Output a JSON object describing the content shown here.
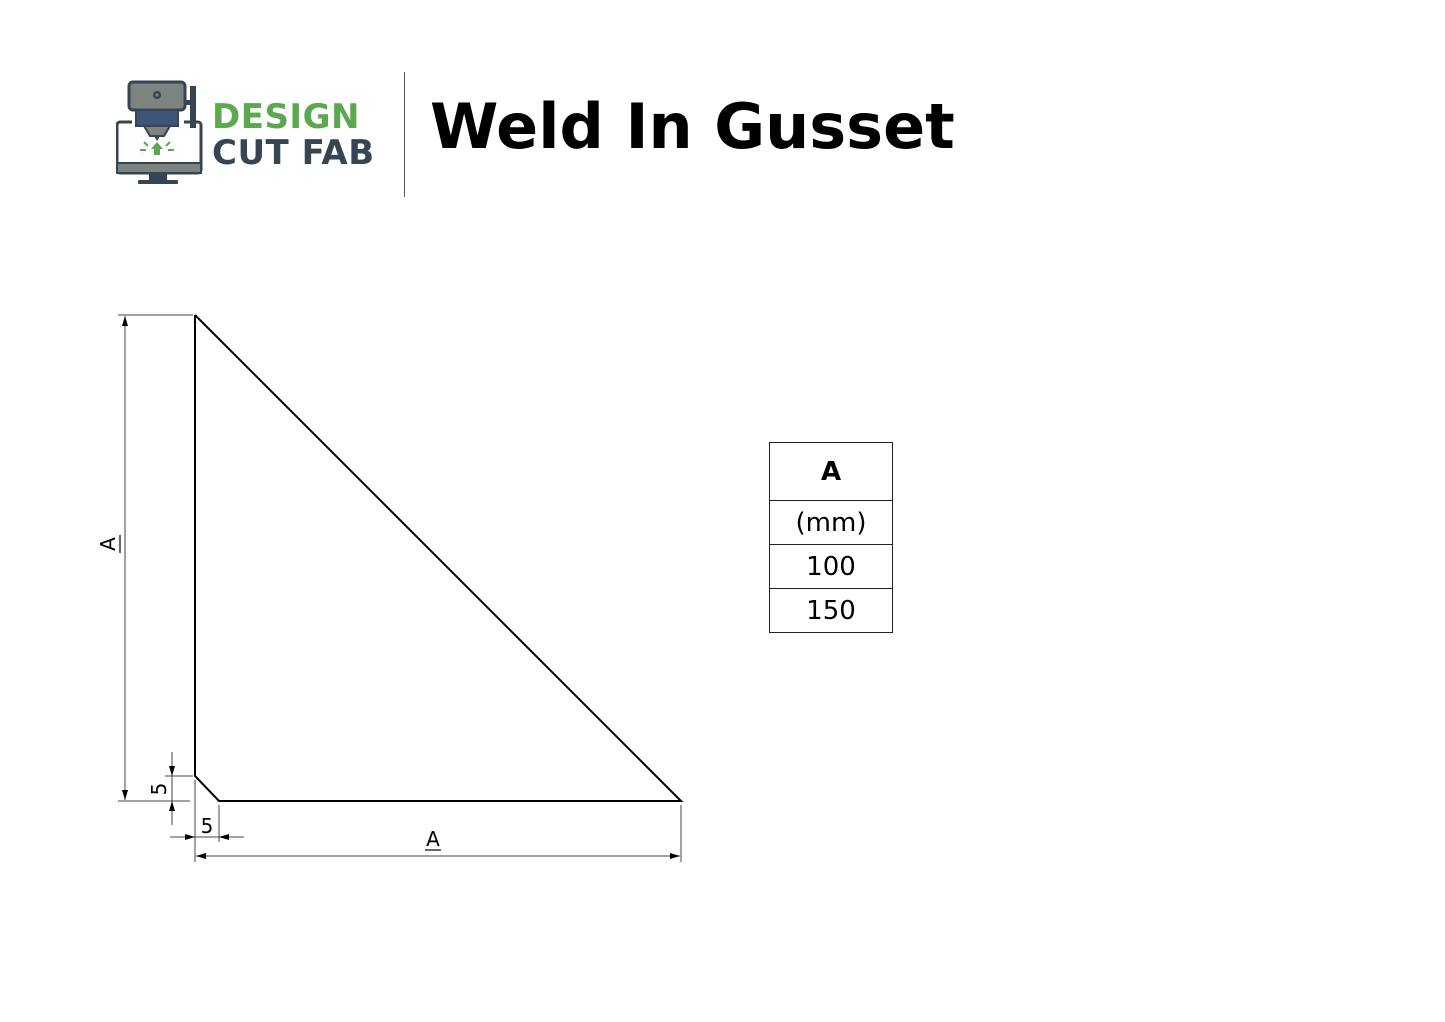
{
  "header": {
    "brand": {
      "line1": "DESIGN",
      "line2": "CUT FAB"
    },
    "title": "Weld In Gusset",
    "colors": {
      "brand_green": "#5ba84f",
      "brand_dark": "#374553"
    }
  },
  "drawing": {
    "shape": "right-triangle-with-chamfered-corner",
    "dimensions": {
      "vertical_label": "A",
      "horizontal_label": "A",
      "chamfer_vertical": "5",
      "chamfer_horizontal": "5"
    }
  },
  "table": {
    "header": "A",
    "unit": "(mm)",
    "rows": [
      "100",
      "150"
    ]
  }
}
